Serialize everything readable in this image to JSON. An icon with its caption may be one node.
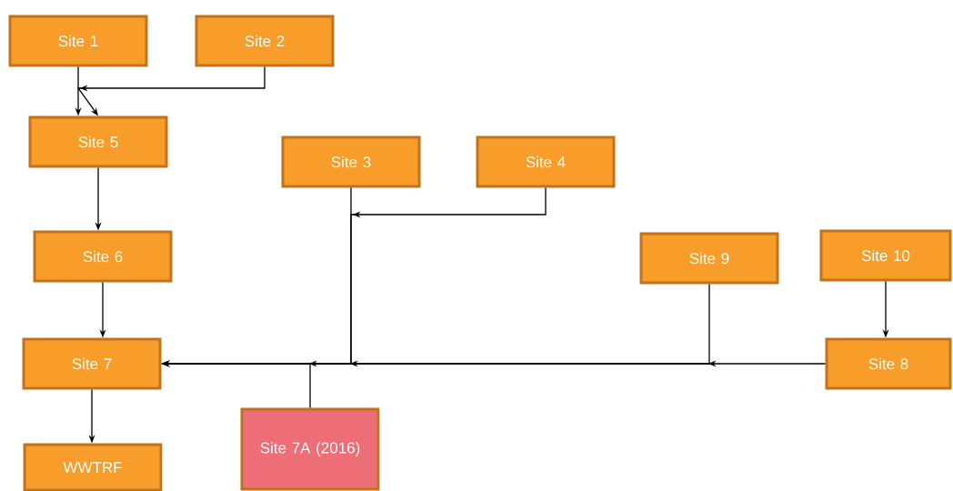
{
  "diagram": {
    "nodes": [
      {
        "text": [
          "Site 1"
        ]
      },
      {
        "text": [
          "Site 2"
        ]
      },
      {
        "text": [
          "Site 5"
        ]
      },
      {
        "text": [
          "Site 3"
        ]
      },
      {
        "text": [
          "Site 4"
        ]
      },
      {
        "text": [
          "Site 6"
        ]
      },
      {
        "text": [
          "Site 9"
        ]
      },
      {
        "text": [
          "Site 10"
        ]
      },
      {
        "text": [
          "Site 7"
        ]
      },
      {
        "text": [
          "Site 8"
        ]
      },
      {
        "text": [
          "Site 7A (2016)"
        ]
      },
      {
        "text": [
          "WWTRF"
        ]
      }
    ],
    "edges": [
      {
        "from": 0,
        "to": 2,
        "arrow": "to"
      },
      {
        "from": 1,
        "to": 2,
        "arrow": "to"
      },
      {
        "from": 2,
        "to": 5,
        "arrow": "to"
      },
      {
        "from": 5,
        "to": 8,
        "arrow": "to"
      },
      {
        "from": 8,
        "to": 11,
        "arrow": "to"
      },
      {
        "from": 3,
        "to": 8,
        "arrow": "to"
      },
      {
        "from": 4,
        "to": 8,
        "arrow": "to"
      },
      {
        "from": 6,
        "to": 8,
        "arrow": "to"
      },
      {
        "from": 9,
        "to": 8,
        "arrow": "to"
      },
      {
        "from": 7,
        "to": 9,
        "arrow": "to"
      },
      {
        "from": 10,
        "to": 8,
        "arrow": "to"
      }
    ]
  }
}
